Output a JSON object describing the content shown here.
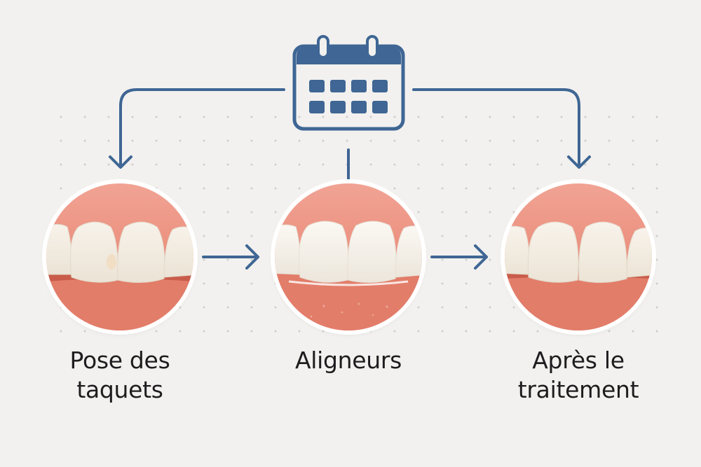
{
  "colors": {
    "accent": "#3f6694",
    "background": "#f2f1ef",
    "gum": "#e8826f",
    "tooth": "#f4efe6"
  },
  "icons": {
    "top": "calendar-icon",
    "connector": "arrow-right-icon"
  },
  "stages": [
    {
      "label": "Pose des\ntaquets"
    },
    {
      "label": "Aligneurs"
    },
    {
      "label": "Après le\ntraitement"
    }
  ]
}
